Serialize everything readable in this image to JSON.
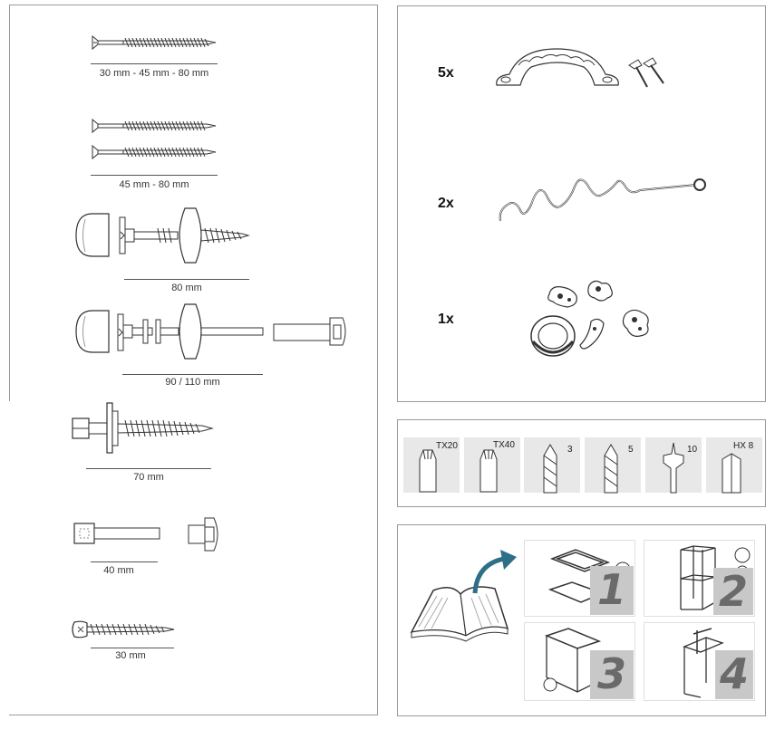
{
  "hardware": [
    {
      "dimension": "30 mm - 45 mm - 80 mm"
    },
    {
      "dimension": "45 mm - 80 mm"
    },
    {
      "dimension": "80 mm"
    },
    {
      "dimension": "90 / 110 mm"
    },
    {
      "dimension": "70 mm"
    },
    {
      "dimension": "40 mm"
    },
    {
      "dimension": "30 mm"
    }
  ],
  "parts": [
    {
      "quantity": "5x",
      "icon": "handle-with-screws-icon"
    },
    {
      "quantity": "2x",
      "icon": "ground-anchor-icon"
    },
    {
      "quantity": "1x",
      "icon": "climbing-holds-icon"
    }
  ],
  "tools": [
    {
      "label": "TX20",
      "icon": "torx-bit-icon"
    },
    {
      "label": "TX40",
      "icon": "torx-bit-icon"
    },
    {
      "label": "3",
      "icon": "drill-bit-icon"
    },
    {
      "label": "5",
      "icon": "drill-bit-icon"
    },
    {
      "label": "10",
      "icon": "spade-bit-icon"
    },
    {
      "label": "HX 8",
      "icon": "hex-key-icon"
    }
  ],
  "manual": {
    "steps": [
      "1",
      "2",
      "3",
      "4"
    ],
    "icons": [
      "open-book-icon",
      "arrow-icon"
    ]
  }
}
